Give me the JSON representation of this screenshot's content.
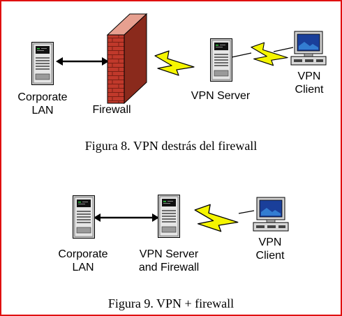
{
  "colors": {
    "border": "#e01010",
    "brick": "#c0392b",
    "lightning": "#f5f500",
    "server_body": "#c8c8c8",
    "monitor_screen": "#1a3f9a"
  },
  "figure8": {
    "nodes": {
      "corporate_lan": {
        "icon": "server-tower-icon",
        "line1": "Corporate",
        "line2": "LAN"
      },
      "firewall": {
        "icon": "brick-wall-icon",
        "label": "Firewall"
      },
      "vpn_server": {
        "icon": "server-tower-icon",
        "label": "VPN Server"
      },
      "vpn_client": {
        "icon": "desktop-computer-icon",
        "line1": "VPN",
        "line2": "Client"
      }
    },
    "caption": "Figura 8. VPN destrás del firewall"
  },
  "figure9": {
    "nodes": {
      "corporate_lan": {
        "icon": "server-tower-icon",
        "line1": "Corporate",
        "line2": "LAN"
      },
      "vpn_server_firewall": {
        "icon": "server-tower-icon",
        "line1": "VPN Server",
        "line2": "and Firewall"
      },
      "vpn_client": {
        "icon": "desktop-computer-icon",
        "line1": "VPN",
        "line2": "Client"
      }
    },
    "caption": "Figura 9. VPN + firewall"
  }
}
